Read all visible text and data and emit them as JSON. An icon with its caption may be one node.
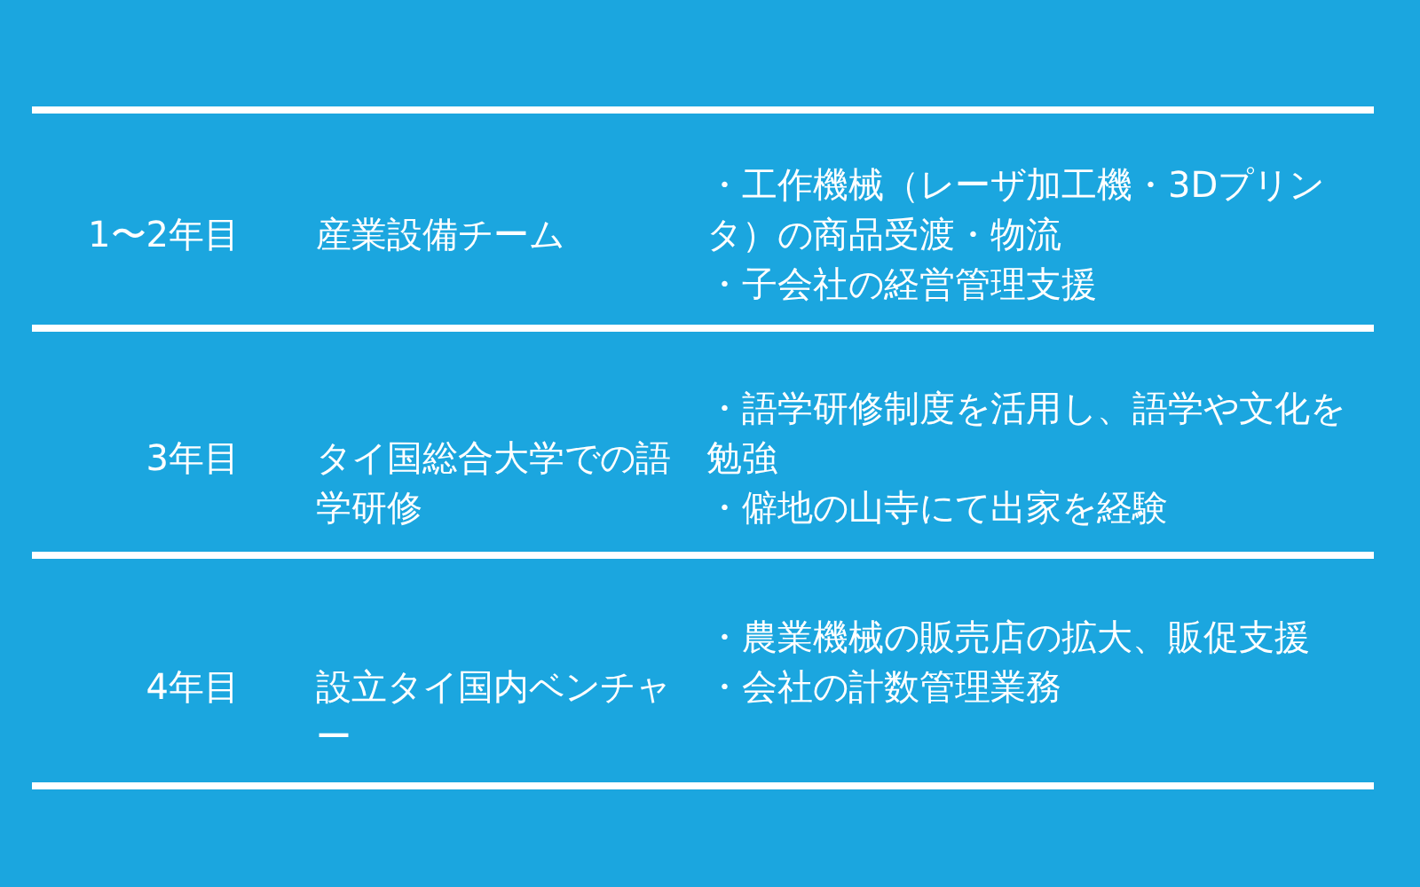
{
  "diagram": {
    "labels": [
      "1〜2年目",
      "産業設備チーム",
      "・工作機械（レーザ加工機・3Dプリンタ）の商品受渡・物流",
      "・子会社の経営管理支援",
      "3年目",
      "タイ国総合大学での語学研修",
      "・語学研修制度を活用し、語学や文化を勉強",
      "・僻地の山寺にて出家を経験",
      "4年目",
      "設立タイ国内ベンチャー",
      "・農業機械の販売店の拡大、販促支援",
      "・会社の計数管理業務"
    ]
  }
}
